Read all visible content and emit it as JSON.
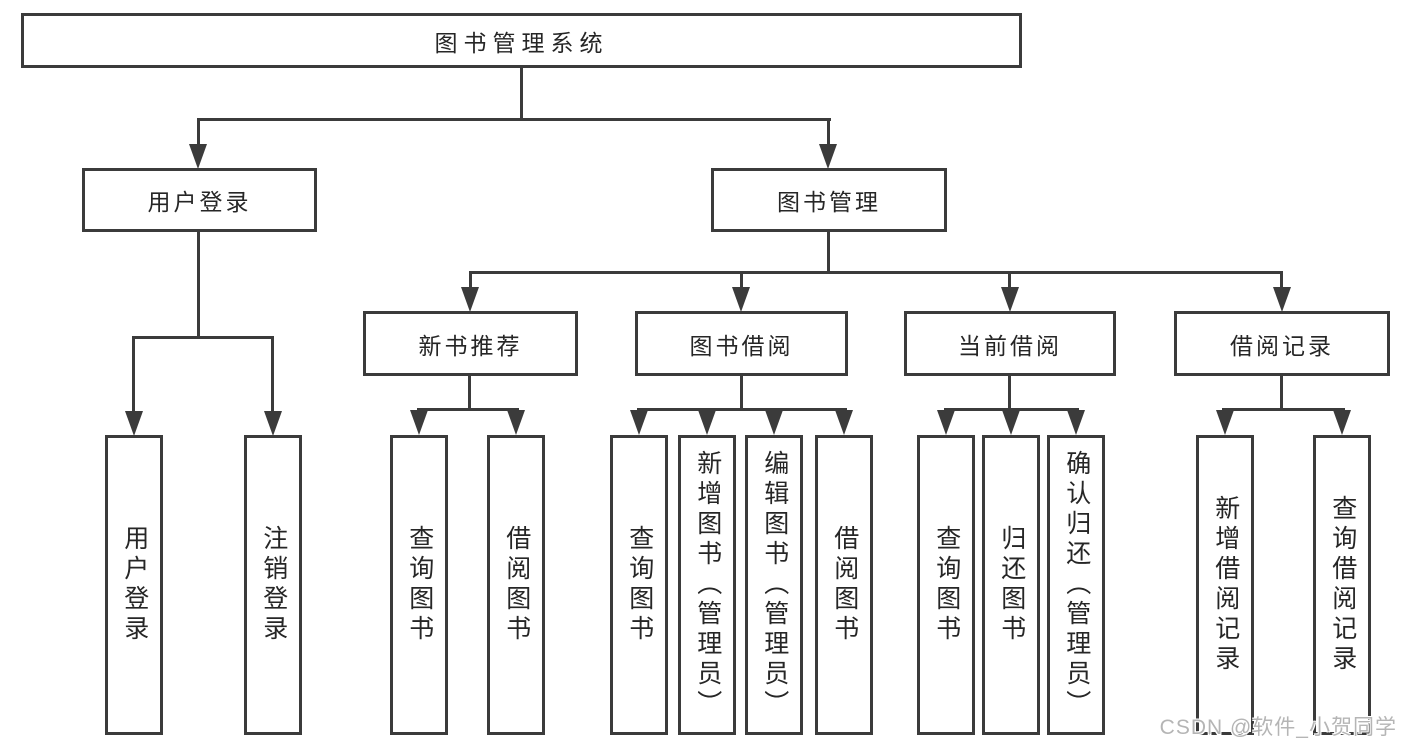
{
  "diagram": {
    "root": {
      "label": "图书管理系统"
    },
    "level2": [
      {
        "id": "user-login",
        "label": "用户登录"
      },
      {
        "id": "book-management",
        "label": "图书管理"
      }
    ],
    "level3": [
      {
        "id": "new-book-recommendation",
        "label": "新书推荐",
        "parent": "book-management"
      },
      {
        "id": "book-borrowing",
        "label": "图书借阅",
        "parent": "book-management"
      },
      {
        "id": "current-borrowing",
        "label": "当前借阅",
        "parent": "book-management"
      },
      {
        "id": "borrowing-records",
        "label": "借阅记录",
        "parent": "book-management"
      }
    ],
    "leaves": [
      {
        "id": "user-login-leaf",
        "label": "用户登录",
        "parent": "user-login"
      },
      {
        "id": "logout-login",
        "label": "注销登录",
        "parent": "user-login"
      },
      {
        "id": "query-books-recommend",
        "label": "查询图书",
        "parent": "new-book-recommendation"
      },
      {
        "id": "borrow-books-recommend",
        "label": "借阅图书",
        "parent": "new-book-recommendation"
      },
      {
        "id": "query-books-borrowing",
        "label": "查询图书",
        "parent": "book-borrowing"
      },
      {
        "id": "add-books-admin",
        "label": "新增图书（管理员）",
        "parent": "book-borrowing"
      },
      {
        "id": "edit-books-admin",
        "label": "编辑图书（管理员）",
        "parent": "book-borrowing"
      },
      {
        "id": "borrow-books",
        "label": "借阅图书",
        "parent": "book-borrowing"
      },
      {
        "id": "query-books-current",
        "label": "查询图书",
        "parent": "current-borrowing"
      },
      {
        "id": "return-books",
        "label": "归还图书",
        "parent": "current-borrowing"
      },
      {
        "id": "confirm-return-admin",
        "label": "确认归还（管理员）",
        "parent": "current-borrowing"
      },
      {
        "id": "add-borrow-record",
        "label": "新增借阅记录",
        "parent": "borrowing-records"
      },
      {
        "id": "query-borrow-record",
        "label": "查询借阅记录",
        "parent": "borrowing-records"
      }
    ]
  },
  "watermark": {
    "text": "CSDN @软件_小贺同学"
  },
  "colors": {
    "line": "#3b3b3b",
    "text": "#262626",
    "background": "#ffffff",
    "watermark": "#b5b5b5"
  }
}
